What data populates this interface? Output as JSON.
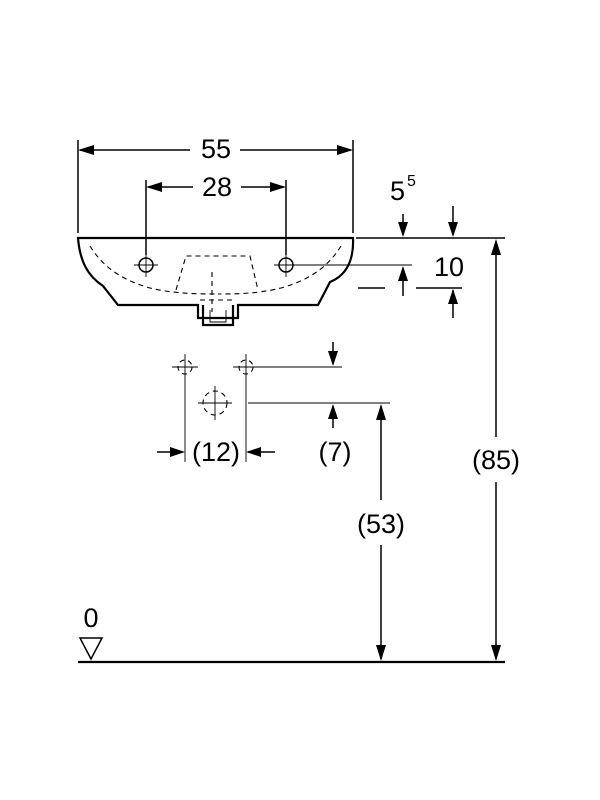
{
  "dimensions": {
    "basin_width": "55",
    "tap_hole_spacing": "28",
    "rim_offset_base": "5",
    "rim_offset_sup": "5",
    "basin_depth": "10",
    "supply_spacing": "(12)",
    "supply_offset": "(7)",
    "waste_height": "(53)",
    "rim_height": "(85)",
    "floor_level": "0"
  },
  "colors": {
    "line": "#000000",
    "background": "#ffffff"
  }
}
